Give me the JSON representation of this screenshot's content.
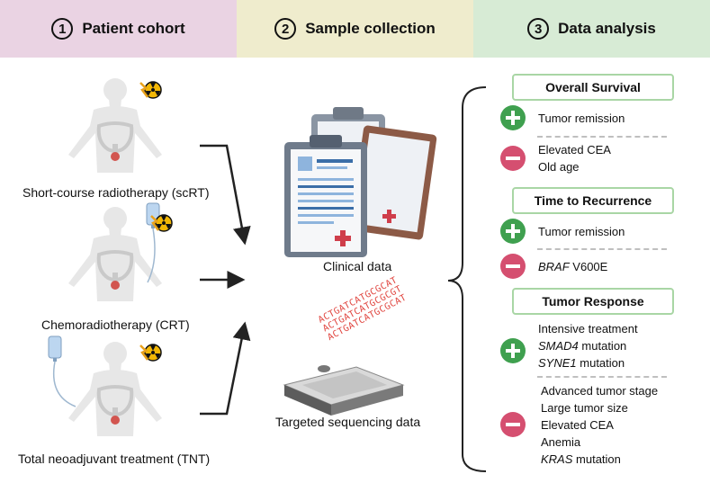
{
  "headers": [
    {
      "num": "1",
      "label": "Patient cohort"
    },
    {
      "num": "2",
      "label": "Sample collection"
    },
    {
      "num": "3",
      "label": "Data analysis"
    }
  ],
  "cohorts": [
    {
      "label": "Short-course radiotherapy (scRT)"
    },
    {
      "label": "Chemoradiotherapy (CRT)"
    },
    {
      "label": "Total neoadjuvant treatment (TNT)"
    }
  ],
  "samples": {
    "clinical_label": "Clinical data",
    "sequencing_label": "Targeted sequencing data",
    "dna_text": [
      "ACTGATCATGCGCAT",
      "ACTGATCATGCGCGT",
      "ACTGATCATGCGCAT"
    ]
  },
  "analysis": {
    "overall_survival": {
      "title": "Overall Survival",
      "positive": [
        "Tumor remission"
      ],
      "negative": [
        "Elevated CEA",
        "Old age"
      ]
    },
    "time_to_recurrence": {
      "title": "Time to Recurrence",
      "positive": [
        "Tumor remission"
      ],
      "negative_gene": "BRAF",
      "negative_rest": "V600E"
    },
    "tumor_response": {
      "title": "Tumor Response",
      "positive_1": "Intensive treatment",
      "positive_2_gene": "SMAD4",
      "positive_2_rest": "mutation",
      "positive_3_gene": "SYNE1",
      "positive_3_rest": "mutation",
      "negative": [
        "Advanced tumor stage",
        "Large tumor size",
        "Elevated CEA",
        "Anemia"
      ],
      "negative_5_gene": "KRAS",
      "negative_5_rest": "mutation"
    }
  },
  "colors": {
    "header1": "#ead3e3",
    "header2": "#efeccd",
    "header3": "#d7ebd5",
    "box_border": "#a9d6a5",
    "positive": "#3fa04f",
    "negative": "#d54f70"
  },
  "icons": [
    "radiation-icon",
    "iv-bag-icon",
    "clipboard-icon",
    "sequencer-icon"
  ]
}
